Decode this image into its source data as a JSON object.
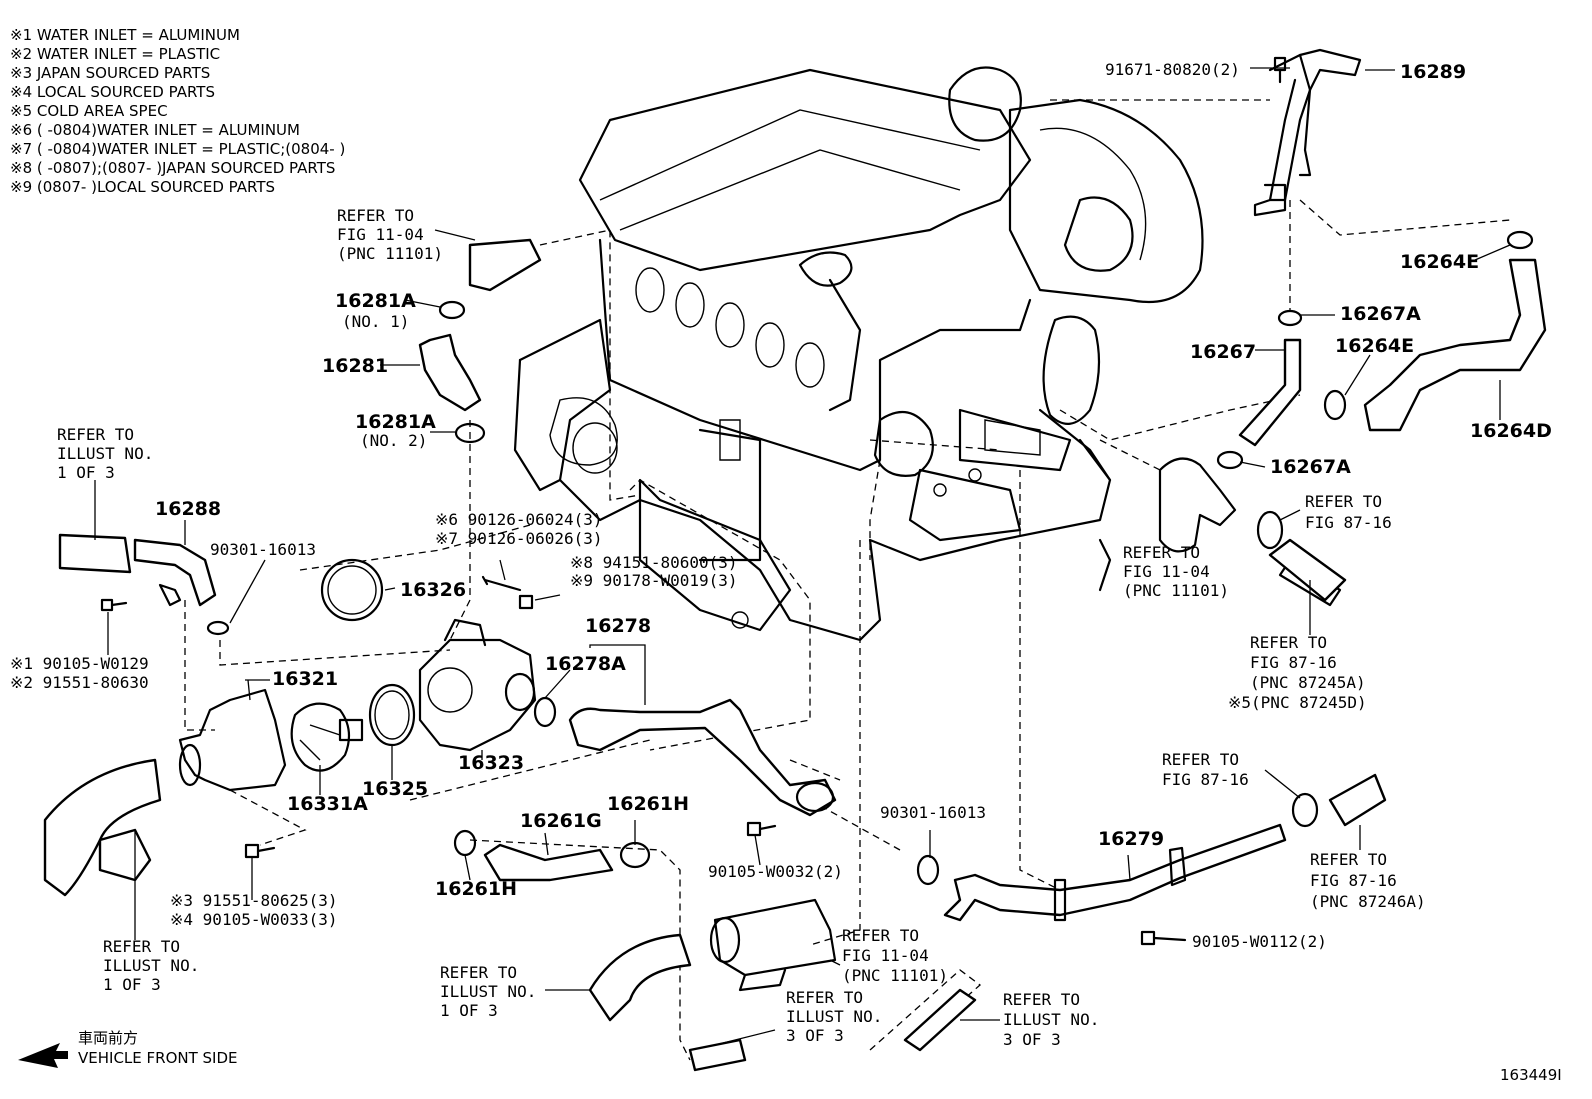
{
  "notes": [
    "※1 WATER INLET = ALUMINUM",
    "※2 WATER INLET = PLASTIC",
    "※3 JAPAN SOURCED PARTS",
    "※4 LOCAL SOURCED PARTS",
    "※5 COLD AREA SPEC",
    "※6 (      -0804)WATER INLET = ALUMINUM",
    "※7 (      -0804)WATER INLET = PLASTIC;(0804-      )",
    "※8 (      -0807);(0807-      )JAPAN SOURCED PARTS",
    "※9 (0807-      )LOCAL SOURCED PARTS"
  ],
  "parts": {
    "p16289": "16289",
    "p91671": "91671-80820(2)",
    "p16264E_top": "16264E",
    "p16267A_top": "16267A",
    "p16267": "16267",
    "p16264E_mid": "16264E",
    "p16264D": "16264D",
    "p16267A_low": "16267A",
    "p16281A_1": "16281A",
    "p16281A_1_sub": "(NO. 1)",
    "p16281": "16281",
    "p16281A_2": "16281A",
    "p16281A_2_sub": "(NO. 2)",
    "p16288": "16288",
    "p90301_a": "90301-16013",
    "p16326": "16326",
    "p90126_6": "※6 90126-06024(3)",
    "p90126_7": "※7 90126-06026(3)",
    "p94151_8": "※8 94151-80600(3)",
    "p90178_9": "※9 90178-W0019(3)",
    "p16278": "16278",
    "p16278A": "16278A",
    "p90105_1": "※1 90105-W0129",
    "p91551_2": "※2 91551-80630",
    "p16321": "16321",
    "p16323": "16323",
    "p16325": "16325",
    "p16331A": "16331A",
    "p16261G": "16261G",
    "p16261H_a": "16261H",
    "p16261H_b": "16261H",
    "p91551_3": "※3 91551-80625(3)",
    "p90105_4": "※4 90105-W0033(3)",
    "p90105_w0032": "90105-W0032(2)",
    "p90301_b": "90301-16013",
    "p16279": "16279",
    "p90105_w0112": "90105-W0112(2)"
  },
  "refs": {
    "fig1104_top": [
      "REFER TO",
      "FIG 11-04",
      "(PNC 11101)"
    ],
    "illust1_left": [
      "REFER TO",
      "ILLUST NO.",
      "1 OF 3"
    ],
    "fig1104_right": [
      "REFER TO",
      "FIG 11-04",
      "(PNC 11101)"
    ],
    "fig8716_right": [
      "REFER TO",
      "FIG 87-16"
    ],
    "fig8716_pnc": [
      "REFER TO",
      "FIG 87-16",
      "(PNC 87245A)",
      "※5(PNC 87245D)"
    ],
    "fig8716_mid": [
      "REFER TO",
      "FIG 87-16"
    ],
    "fig8716_b": [
      "REFER TO",
      "FIG 87-16",
      "(PNC 87246A)"
    ],
    "illust1_bl": [
      "REFER TO",
      "ILLUST NO.",
      "1 OF 3"
    ],
    "illust1_bc": [
      "REFER TO",
      "ILLUST NO.",
      "1 OF 3"
    ],
    "fig1104_bot": [
      "REFER TO",
      "FIG 11-04",
      "(PNC 11101)"
    ],
    "illust3_a": [
      "REFER TO",
      "ILLUST NO.",
      "3 OF 3"
    ],
    "illust3_b": [
      "REFER TO",
      "ILLUST NO.",
      "3 OF 3"
    ]
  },
  "footer": {
    "front_jp": "車両前方",
    "front_en": "VEHICLE FRONT SIDE",
    "illust_id": "163449I"
  }
}
